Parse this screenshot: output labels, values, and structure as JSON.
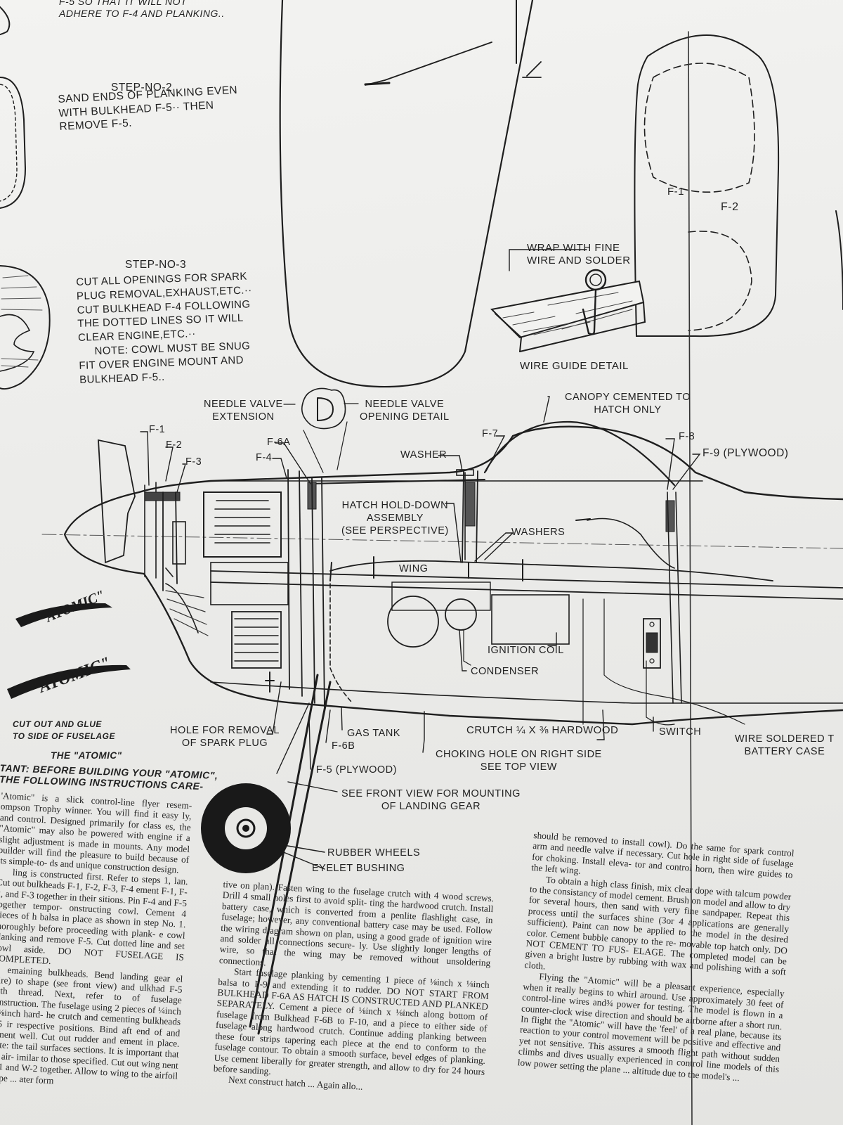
{
  "top_note": [
    "F-5 SO THAT IT WILL NOT",
    "ADHERE TO F-4 AND PLANKING.."
  ],
  "step2": {
    "title": "STEP-NO-2",
    "body": "SAND ENDS OF PLANKING EVEN\nWITH BULKHEAD F-5·· THEN\nREMOVE F-5."
  },
  "step3": {
    "title": "STEP-NO-3",
    "body": "CUT ALL OPENINGS FOR SPARK\nPLUG REMOVAL,EXHAUST,ETC.··\nCUT BULKHEAD F-4 FOLLOWING\nTHE DOTTED LINES SO IT WILL\nCLEAR ENGINE,ETC.··\n     NOTE: COWL MUST BE SNUG\nFIT OVER ENGINE MOUNT AND\nBULKHEAD F-5.."
  },
  "wire_guide": {
    "wrap": "WRAP WITH FINE\nWIRE AND SOLDER",
    "caption": "WIRE GUIDE DETAIL"
  },
  "bulkheads_top": {
    "f1": "F-1",
    "f2": "F-2"
  },
  "callouts": {
    "needle_ext": "NEEDLE VALVE\nEXTENSION",
    "needle_open": "NEEDLE VALVE\nOPENING DETAIL",
    "canopy": "CANOPY CEMENTED TO\nHATCH ONLY",
    "f1": "F-1",
    "f2": "F-2",
    "f3": "F-3",
    "f4": "F-4",
    "f6a": "F-6A",
    "f7": "F-7",
    "f8": "F-8",
    "f9": "F-9 (PLYWOOD)",
    "washer": "WASHER",
    "hatch": "HATCH HOLD-DOWN\nASSEMBLY\n(SEE PERSPECTIVE)",
    "washers": "WASHERS",
    "wing": "WING",
    "ignition": "IGNITION COIL",
    "condenser": "CONDENSER",
    "hole_spark": "HOLE FOR REMOVAL\nOF SPARK PLUG",
    "gas_tank": "GAS TANK",
    "f6b": "F-6B",
    "f5": "F-5 (PLYWOOD)",
    "crutch": "CRUTCH ¼ X ⅜ HARDWOOD",
    "choking": "CHOKING HOLE ON RIGHT SIDE\nSEE TOP VIEW",
    "switch": "SWITCH",
    "wire_soldered": "WIRE SOLDERED T\nBATTERY CASE",
    "front_view": "SEE FRONT VIEW FOR MOUNTING\nOF LANDING GEAR",
    "rubber": "RUBBER WHEELS",
    "eyelet": "EYELET BUSHING"
  },
  "decals": {
    "brand": "\"ATOMIC\"",
    "cut_out": "CUT OUT AND GLUE\nTO SIDE OF FUSELAGE"
  },
  "heading": {
    "title": "THE \"ATOMIC\"",
    "important": "TANT: BEFORE BUILDING YOUR \"ATOMIC\",\nTHE FOLLOWING INSTRUCTIONS CARE-"
  },
  "column1": [
    "'Atomic\" is a slick control-line flyer resem- ompson Trophy winner. You will find it easy ly, and control. Designed primarily for class es, the \"Atomic\" may also be powered with engine if a slight adjustment is made in mounts. Any model builder will find the pleasure to build because of its simple-to- ds and unique construction design.",
    "ling is constructed first. Refer to steps 1, lan. Cut out bulkheads F-1, F-2, F-3, F-4 ement F-1, F-2, and F-3 together in their sitions. Pin F-4 and F-5 together tempor- onstructing cowl. Cement 4 pieces of h balsa in place as shown in step No. 1. thoroughly before proceeding with plank- e cowl planking and remove F-5. Cut dotted line and set cowl aside. DO NOT FUSELAGE IS COMPLETED.",
    "emaining bulkheads. Bend landing gear el wire) to shape (see front view) and ulkhad F-5 with thread. Next, refer to of fuselage construction. The fuselage using 2 pieces of ¼inch x ⅜inch hard- he crutch and cementing bulkheads F-5 ir respective positions. Bind aft end of and cement well. Cut out rudder and ement in place. Note: the tail surfaces sections. It is important that the air- imilar to those specified. Cut out wing nent W-1 and W-2 together. Allow to wing to the airfoil shape ... ater form"
  ],
  "column2": [
    "tive on plan). Fasten wing to the fuselage crutch with 4 wood screws. Drill 4 small holes first to avoid split- ting the hardwood crutch. Install battery case, which is converted from a penlite flashlight case, in fuselage; however, any conventional battery case may be used. Follow the wiring diagram shown on plan, using a good grade of ignition wire and solder all connections secure- ly. Use slightly longer lengths of wire, so that the wing may be removed without unsoldering connections.",
    "Start fuselage planking by cementing 1 piece of ⅛inch x ⅛inch balsa to F-9 and extending it to rudder. DO NOT START FROM BULKHEAD F-6A AS HATCH IS CONSTRUCTED AND PLANKED SEPARATELY. Cement a piece of ⅛inch x ⅛inch along bottom of fuselage from Bulkhead F-6B to F-10, and a piece to either side of fuselage along hardwood crutch. Continue adding planking between these four strips tapering each piece at the end to conform to the fuselage contour. To obtain a smooth surface, bevel edges of planking. Use cement liberally for greater strength, and allow to dry for 24 hours before sanding.",
    "Next construct hatch ... Again allo..."
  ],
  "column3": [
    "should be removed to install cowl). Do the same for spark control arm and needle valve if necessary. Cut hole in right side of fuselage for choking. Install eleva- tor and control horn, then wire guides to the left wing.",
    "To obtain a high class finish, mix clear dope with talcum powder to the consistancy of model cement. Brush on model and allow to dry for several hours, then sand with very fine sandpaper. Repeat this process until the surfaces shine (3or 4 applications are generally sufficient). Paint can now be applied to the model in the desired color. Cement bubble canopy to the re- movable top hatch only. DO NOT CEMENT TO FUS- ELAGE. The completed model can be given a bright lustre by rubbing with wax and polishing with a soft cloth.",
    "Flying the \"Atomic\" will be a pleasant experience, especially when it really begins to whirl around. Use approximately 30 feet of control-line wires and¾ power for testing. The model is flown in a counter-clock wise direction and should be airborne after a short run. In flight the \"Atomic\" will have the 'feel' of a real plane, because its reaction to your control movement will be positive and effective and yet not sensitive. This assures a smooth flight path without sudden climbs and dives usually experienced in control line models of this low power setting the plane ... altitude due to the model's ..."
  ]
}
